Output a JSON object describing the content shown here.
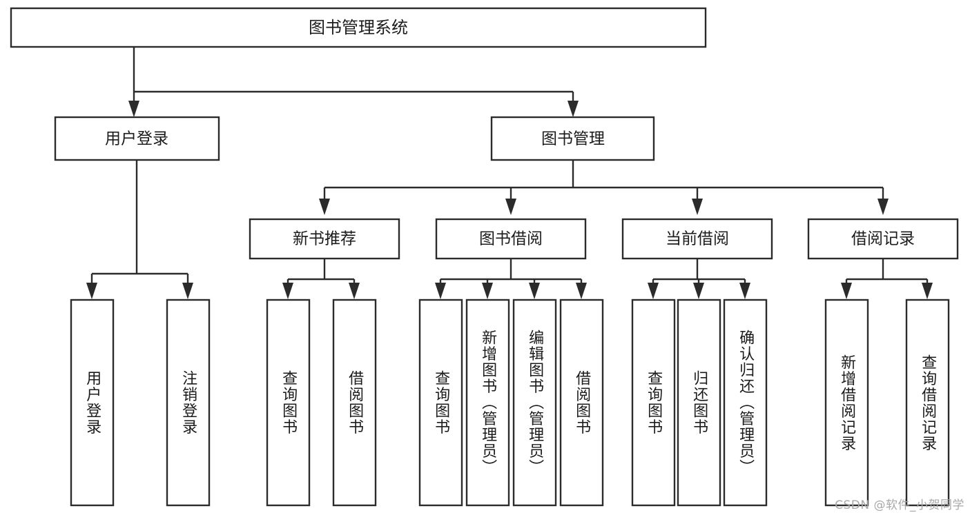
{
  "diagram": {
    "title": "图书管理系统",
    "type": "tree-hierarchy",
    "watermark": "CSDN @软件_小贺同学",
    "colors": {
      "stroke": "#2b2b2b",
      "fill": "#ffffff",
      "text": "#1b1b1b",
      "watermark": "#a8a8a8"
    },
    "root": {
      "label": "图书管理系统"
    },
    "level2": [
      {
        "id": "user-login",
        "label": "用户登录"
      },
      {
        "id": "book-manage",
        "label": "图书管理"
      }
    ],
    "level3": [
      {
        "id": "new-book-rec",
        "label": "新书推荐",
        "parent": "book-manage"
      },
      {
        "id": "book-borrow",
        "label": "图书借阅",
        "parent": "book-manage"
      },
      {
        "id": "current-borrow",
        "label": "当前借阅",
        "parent": "book-manage"
      },
      {
        "id": "borrow-record",
        "label": "借阅记录",
        "parent": "book-manage"
      }
    ],
    "leaves": [
      {
        "id": "leaf-user-login",
        "label": "用户登录",
        "parent": "user-login"
      },
      {
        "id": "leaf-user-logout",
        "label": "注销登录",
        "parent": "user-login"
      },
      {
        "id": "leaf-rec-query",
        "label": "查询图书",
        "parent": "new-book-rec"
      },
      {
        "id": "leaf-rec-borrow",
        "label": "借阅图书",
        "parent": "new-book-rec"
      },
      {
        "id": "leaf-borrow-query",
        "label": "查询图书",
        "parent": "book-borrow"
      },
      {
        "id": "leaf-borrow-add",
        "label": "新增图书（管理员）",
        "parent": "book-borrow"
      },
      {
        "id": "leaf-borrow-edit",
        "label": "编辑图书（管理员）",
        "parent": "book-borrow"
      },
      {
        "id": "leaf-borrow-do",
        "label": "借阅图书",
        "parent": "book-borrow"
      },
      {
        "id": "leaf-cur-query",
        "label": "查询图书",
        "parent": "current-borrow"
      },
      {
        "id": "leaf-cur-return",
        "label": "归还图书",
        "parent": "current-borrow"
      },
      {
        "id": "leaf-cur-confirm",
        "label": "确认归还（管理员）",
        "parent": "current-borrow"
      },
      {
        "id": "leaf-rec-add",
        "label": "新增借阅记录",
        "parent": "borrow-record"
      },
      {
        "id": "leaf-rec-search",
        "label": "查询借阅记录",
        "parent": "borrow-record"
      }
    ]
  }
}
